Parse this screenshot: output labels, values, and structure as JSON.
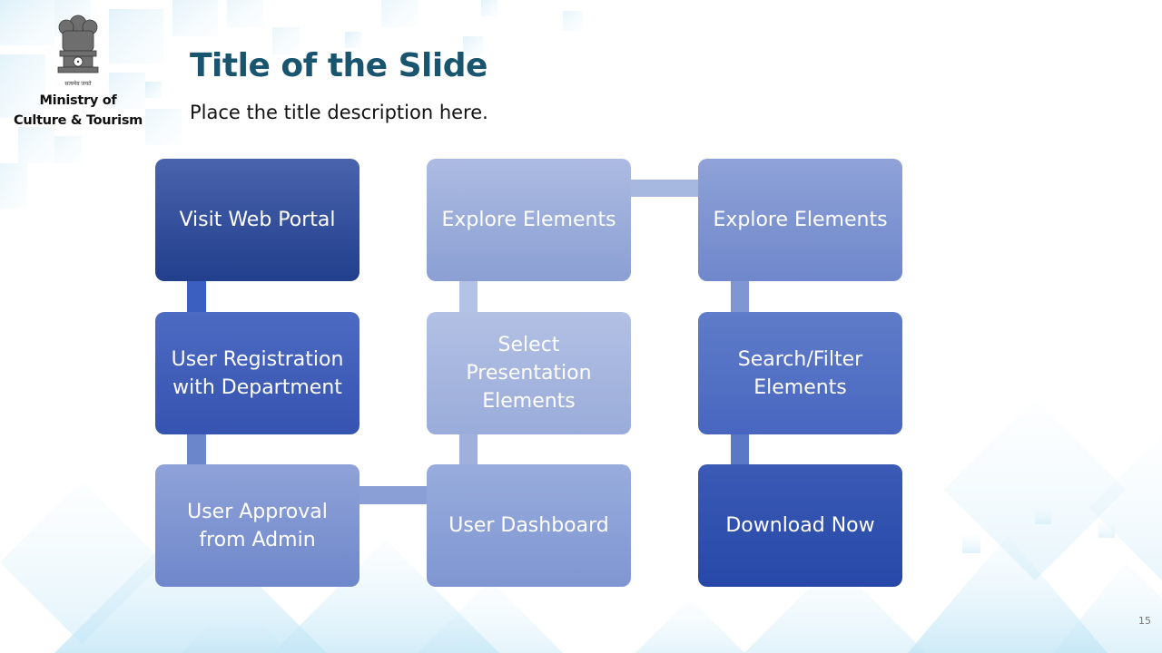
{
  "header": {
    "ministry_line1": "Ministry of",
    "ministry_line2": "Culture & Tourism",
    "emblem_motto": "सत्यमेव जयते",
    "emblem_icon": "national-emblem-icon"
  },
  "slide": {
    "title": "Title of the Slide",
    "subtitle": "Place the title description here.",
    "page_number": "15"
  },
  "flow": {
    "visit_web_portal": "Visit Web Portal",
    "user_registration_line1": "User Registration",
    "user_registration_line2": "with Department",
    "user_approval_line1": "User Approval",
    "user_approval_line2": "from Admin",
    "user_dashboard": "User Dashboard",
    "select_presentation_line1": "Select",
    "select_presentation_line2": "Presentation",
    "select_presentation_line3": "Elements",
    "explore_elements_1": "Explore Elements",
    "explore_elements_2": "Explore Elements",
    "search_filter_line1": "Search/Filter",
    "search_filter_line2": "Elements",
    "download_now": "Download Now"
  },
  "colors": {
    "title": "#1a5570",
    "box_dark": "#213f8c",
    "box_light": "#acbbe2",
    "decor_light_blue": "#cfe9f7"
  }
}
